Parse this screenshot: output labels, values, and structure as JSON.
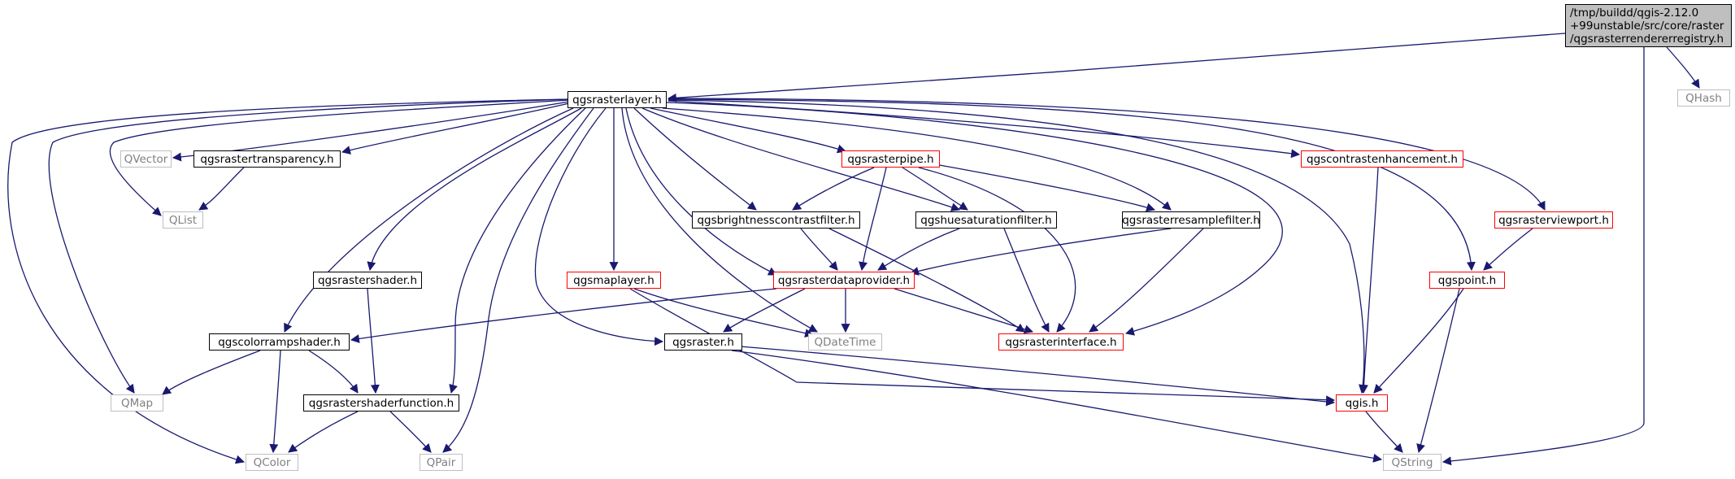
{
  "colors": {
    "edge": "#191970",
    "documented_border": "#000000",
    "truncated_border": "#ff0000",
    "undocumented_border": "#bfbfbf",
    "undocumented_text": "#808080",
    "root_fill": "#bfbfbf"
  },
  "root": {
    "lines": [
      "/tmp/buildd/qgis-2.12.0",
      "+99unstable/src/core/raster",
      "/qgsrasterrendererregistry.h"
    ]
  },
  "nodes": {
    "qgsrasterlayer": "qgsrasterlayer.h",
    "qhash": "QHash",
    "qvector": "QVector",
    "qgsrastertransparency": "qgsrastertransparency.h",
    "qgsrasterpipe": "qgsrasterpipe.h",
    "qgscontrastenhancement": "qgscontrastenhancement.h",
    "qgsrasterviewport": "qgsrasterviewport.h",
    "qlist": "QList",
    "qgsbrightnesscontrastfilter": "qgsbrightnesscontrastfilter.h",
    "qgshuesaturationfilter": "qgshuesaturationfilter.h",
    "qgsrasterresamplefilter": "qgsrasterresamplefilter.h",
    "qgsrastershader": "qgsrastershader.h",
    "qgsmaplayer": "qgsmaplayer.h",
    "qgsrasterdataprovider": "qgsrasterdataprovider.h",
    "qgspoint": "qgspoint.h",
    "qgscolorrampshader": "qgscolorrampshader.h",
    "qgsraster": "qgsraster.h",
    "qdatetime": "QDateTime",
    "qgsrasterinterface": "qgsrasterinterface.h",
    "qmap": "QMap",
    "qgsrastershaderfunction": "qgsrastershaderfunction.h",
    "qgis": "qgis.h",
    "qcolor": "QColor",
    "qpair": "QPair",
    "qstring": "QString"
  }
}
